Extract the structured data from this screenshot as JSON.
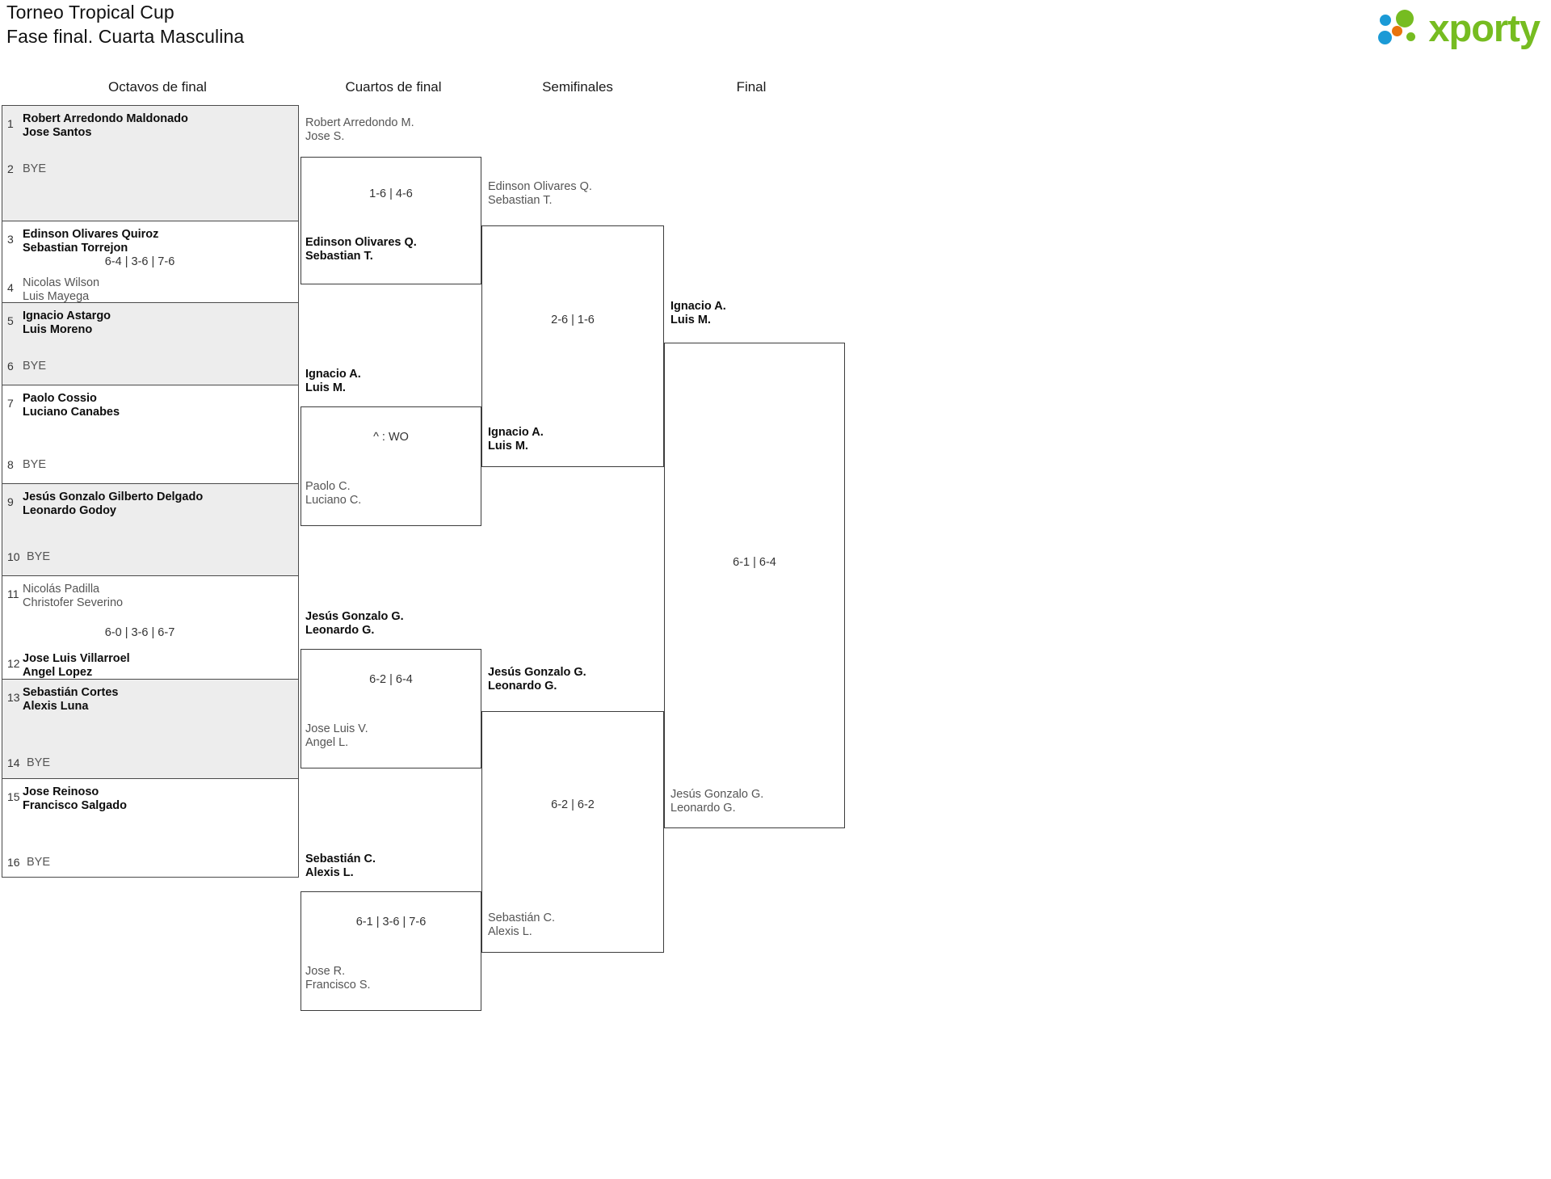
{
  "header": {
    "title_line1": "Torneo Tropical Cup",
    "title_line2": "Fase final. Cuarta Masculina",
    "logo_text": "xporty",
    "logo_colors": {
      "green": "#76bc21",
      "orange": "#e8730c",
      "blue": "#1b9ad6"
    }
  },
  "rounds": [
    {
      "label": "Octavos de final"
    },
    {
      "label": "Cuartos de final"
    },
    {
      "label": "Semifinales"
    },
    {
      "label": "Final"
    }
  ],
  "round1": {
    "matches": [
      {
        "shaded": true,
        "top": {
          "seed": "1",
          "p1": "Robert Arredondo Maldonado",
          "p2": "Jose Santos",
          "winner": true
        },
        "bottom": {
          "seed": "2",
          "bye": "BYE"
        },
        "score": ""
      },
      {
        "shaded": false,
        "top": {
          "seed": "3",
          "p1": "Edinson Olivares Quiroz",
          "p2": "Sebastian Torrejon",
          "winner": true
        },
        "bottom": {
          "seed": "4",
          "p1": "Nicolas Wilson",
          "p2": "Luis Mayega",
          "winner": false
        },
        "score": "6-4 | 3-6 | 7-6"
      },
      {
        "shaded": true,
        "top": {
          "seed": "5",
          "p1": "Ignacio Astargo",
          "p2": "Luis Moreno",
          "winner": true
        },
        "bottom": {
          "seed": "6",
          "bye": "BYE"
        },
        "score": ""
      },
      {
        "shaded": false,
        "top": {
          "seed": "7",
          "p1": "Paolo Cossio",
          "p2": "Luciano Canabes",
          "winner": true
        },
        "bottom": {
          "seed": "8",
          "bye": "BYE"
        },
        "score": ""
      },
      {
        "shaded": true,
        "top": {
          "seed": "9",
          "p1": "Jesús Gonzalo Gilberto Delgado",
          "p2": "Leonardo Godoy",
          "winner": true
        },
        "bottom": {
          "seed": "10",
          "bye": "BYE"
        },
        "score": ""
      },
      {
        "shaded": false,
        "top": {
          "seed": "11",
          "p1": "Nicolás Padilla",
          "p2": "Christofer Severino",
          "winner": false
        },
        "bottom": {
          "seed": "12",
          "p1": "Jose Luis Villarroel",
          "p2": "Angel Lopez",
          "winner": true
        },
        "score": "6-0 | 3-6 | 6-7"
      },
      {
        "shaded": true,
        "top": {
          "seed": "13",
          "p1": "Sebastián Cortes",
          "p2": "Alexis Luna",
          "winner": true
        },
        "bottom": {
          "seed": "14",
          "bye": "BYE"
        },
        "score": ""
      },
      {
        "shaded": false,
        "top": {
          "seed": "15",
          "p1": "Jose Reinoso",
          "p2": "Francisco Salgado",
          "winner": true
        },
        "bottom": {
          "seed": "16",
          "bye": "BYE"
        },
        "score": ""
      }
    ]
  },
  "round2": {
    "matches": [
      {
        "top": {
          "p1": "Robert Arredondo M.",
          "p2": "Jose S.",
          "winner": false
        },
        "bottom": {
          "p1": "Edinson Olivares Q.",
          "p2": "Sebastian T.",
          "winner": true
        },
        "score": "1-6 | 4-6"
      },
      {
        "top": {
          "p1": "Ignacio A.",
          "p2": "Luis M.",
          "winner": true
        },
        "bottom": {
          "p1": "Paolo C.",
          "p2": "Luciano C.",
          "winner": false
        },
        "score": "^ : WO"
      },
      {
        "top": {
          "p1": "Jesús Gonzalo G.",
          "p2": "Leonardo G.",
          "winner": true
        },
        "bottom": {
          "p1": "Jose Luis V.",
          "p2": "Angel L.",
          "winner": false
        },
        "score": "6-2 | 6-4"
      },
      {
        "top": {
          "p1": "Sebastián C.",
          "p2": "Alexis L.",
          "winner": true
        },
        "bottom": {
          "p1": "Jose R.",
          "p2": "Francisco S.",
          "winner": false
        },
        "score": "6-1 | 3-6 | 7-6"
      }
    ]
  },
  "round3": {
    "matches": [
      {
        "top": {
          "p1": "Edinson Olivares Q.",
          "p2": "Sebastian T.",
          "winner": false
        },
        "bottom": {
          "p1": "Ignacio A.",
          "p2": "Luis M.",
          "winner": true
        },
        "score": "2-6 | 1-6"
      },
      {
        "top": {
          "p1": "Jesús Gonzalo G.",
          "p2": "Leonardo G.",
          "winner": true
        },
        "bottom": {
          "p1": "Sebastián C.",
          "p2": "Alexis L.",
          "winner": false
        },
        "score": "6-2 | 6-2"
      }
    ]
  },
  "round4": {
    "matches": [
      {
        "top": {
          "p1": "Ignacio A.",
          "p2": "Luis M.",
          "winner": true
        },
        "bottom": {
          "p1": "Jesús Gonzalo G.",
          "p2": "Leonardo G.",
          "winner": false
        },
        "score": "6-1 | 6-4"
      }
    ]
  },
  "champion": {
    "p1": "Ignacio A.",
    "p2": "Luis M."
  }
}
